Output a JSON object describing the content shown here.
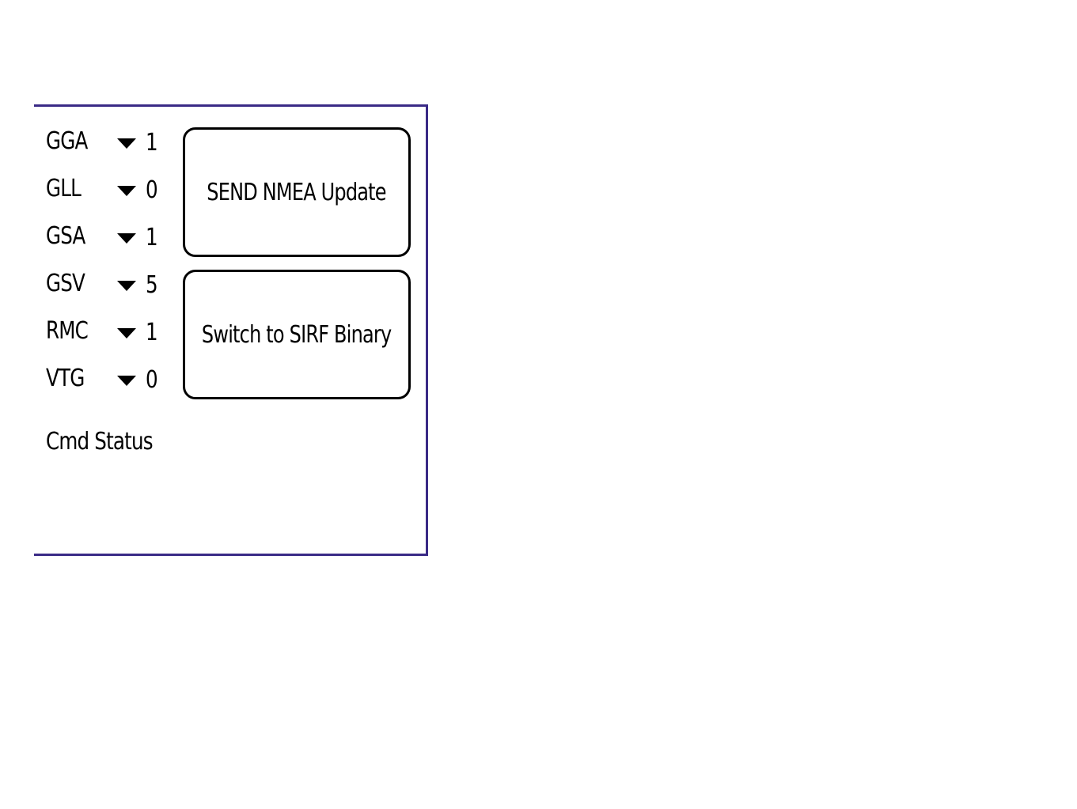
{
  "nmea_rates": [
    {
      "label": "GGA",
      "value": "1"
    },
    {
      "label": "GLL",
      "value": "0"
    },
    {
      "label": "GSA",
      "value": "1"
    },
    {
      "label": "GSV",
      "value": "5"
    },
    {
      "label": "RMC",
      "value": "1"
    },
    {
      "label": "VTG",
      "value": "0"
    }
  ],
  "buttons": {
    "send_nmea_update": "SEND NMEA Update",
    "switch_sirf_binary": "Switch to SIRF Binary"
  },
  "status": {
    "label": "Cmd Status"
  },
  "icons": {
    "picker_arrow": "triangle-down-icon"
  },
  "colors": {
    "frame_border": "#3a2a86",
    "background": "#ffffff",
    "foreground": "#000000"
  }
}
